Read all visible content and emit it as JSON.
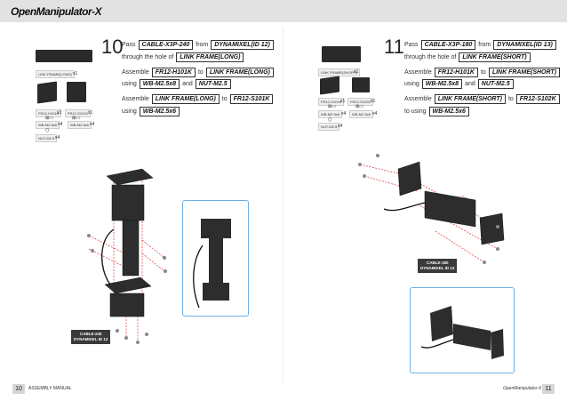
{
  "header": {
    "brand": "OpenManipulator-X"
  },
  "left": {
    "step": "10",
    "line1": {
      "pre": "Pass",
      "cable": "CABLE-X3P-240",
      "mid": "from",
      "dyn": "DYNAMIXEL(ID 12)"
    },
    "line2": {
      "pre": "through the hole of",
      "frame": "LINK FRAME(LONG)"
    },
    "line3": {
      "pre": "Assemble",
      "a": "FR12-H101K",
      "mid": "to",
      "b": "LINK FRAME(LONG)"
    },
    "line4": {
      "pre": "using",
      "a": "WB-M2.5x8",
      "mid": "and",
      "b": "NUT-M2.5"
    },
    "line5": {
      "pre": "Assemble",
      "a": "LINK FRAME(LONG)",
      "mid": "to",
      "b": "FR12-S101K"
    },
    "line6": {
      "pre": "using",
      "a": "WB-M2.5x6"
    },
    "parts": {
      "frame": "LINK FRAME(LONG)",
      "frame_qty": "x1",
      "h101": "FR12-H101K",
      "h101_qty": "x1",
      "s101": "FR12-S101K",
      "s101_qty": "x1",
      "wb8": "WB-M2.5x8",
      "wb8_qty": "x4",
      "wb6": "WB-M2.5x6",
      "wb6_qty": "x4",
      "nut": "NUT-M2.5",
      "nut_qty": "x4"
    },
    "callout": {
      "line1": "CABLE-240",
      "line2": "DYNAMIXEL ID 12"
    }
  },
  "right": {
    "step": "11",
    "line1": {
      "pre": "Pass",
      "cable": "CABLE-X3P-180",
      "mid": "from",
      "dyn": "DYNAMIXEL(ID 13)"
    },
    "line2": {
      "pre": "through the hole of",
      "frame": "LINK FRAME(SHORT)"
    },
    "line3": {
      "pre": "Assemble",
      "a": "FR12-H101K",
      "mid": "to",
      "b": "LINK FRAME(SHORT)"
    },
    "line4": {
      "pre": "using",
      "a": "WB-M2.5x8",
      "mid": "and",
      "b": "NUT-M2.5"
    },
    "line5": {
      "pre": "Assemble",
      "a": "LINK FRAME(SHORT)",
      "mid": "to",
      "b": "FR12-S102K"
    },
    "line6": {
      "pre": "to using",
      "a": "WB-M2.5x6"
    },
    "parts": {
      "frame": "LINK FRAME(SHORT)",
      "frame_qty": "x1",
      "h101": "FR12-H101K",
      "h101_qty": "x1",
      "s102": "FR12-S102K",
      "s102_qty": "x1",
      "wb8": "WB-M2.5x8",
      "wb8_qty": "x4",
      "wb6": "WB-M2.5x6",
      "wb6_qty": "x4",
      "nut": "NUT-M2.5",
      "nut_qty": "x4"
    },
    "callout": {
      "line1": "CABLE-180",
      "line2": "DYNAMIXEL ID 13"
    }
  },
  "footer": {
    "left_page": "10",
    "left_label": "ASSEMBLY MANUAL",
    "right_label": "OpenManipulator-X",
    "right_page": "11"
  }
}
